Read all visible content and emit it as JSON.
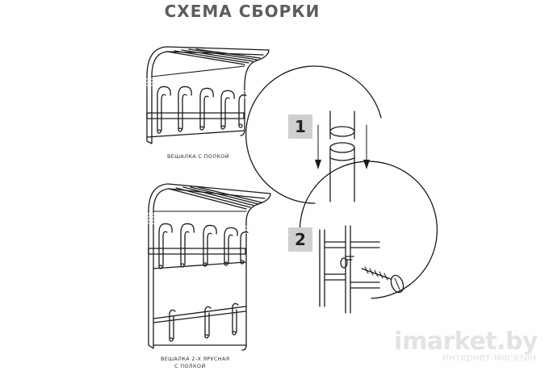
{
  "title": "СХЕМА СБОРКИ",
  "captions": {
    "shelf_single": "ВЕШАЛКА С ПОЛКОЙ",
    "shelf_double_line1": "ВЕШАЛКА 2-Х ЯРУСНАЯ",
    "shelf_double_line2": "С ПОЛКОЙ"
  },
  "steps": [
    "1",
    "2"
  ],
  "icons": {
    "arrows": "down-arrow-icon",
    "screw": "screw-icon"
  },
  "watermark": {
    "brand": "imarket.by",
    "subtitle": "интернет-магазин"
  },
  "colors": {
    "line": "#1a1a1a",
    "step_badge": "#cfcfcf",
    "watermark": "#e3e3e3"
  }
}
